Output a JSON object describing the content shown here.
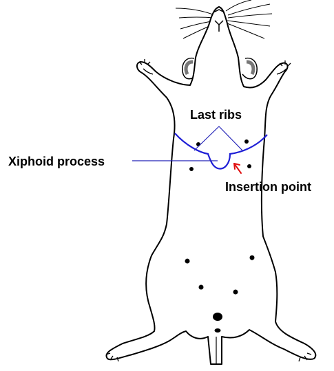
{
  "labels": {
    "last_ribs": "Last ribs",
    "xiphoid_process": "Xiphoid process",
    "insertion_point": "Insertion point"
  },
  "colors": {
    "outline": "#000000",
    "rib_line": "#1f1fd6",
    "leader_line": "#2323b8",
    "insertion_arrow": "#e01010"
  },
  "illustration": {
    "subject": "mouse-ventral-view",
    "marker_icon": "dot-icon",
    "arrow_icon": "arrow-up-right-icon"
  }
}
